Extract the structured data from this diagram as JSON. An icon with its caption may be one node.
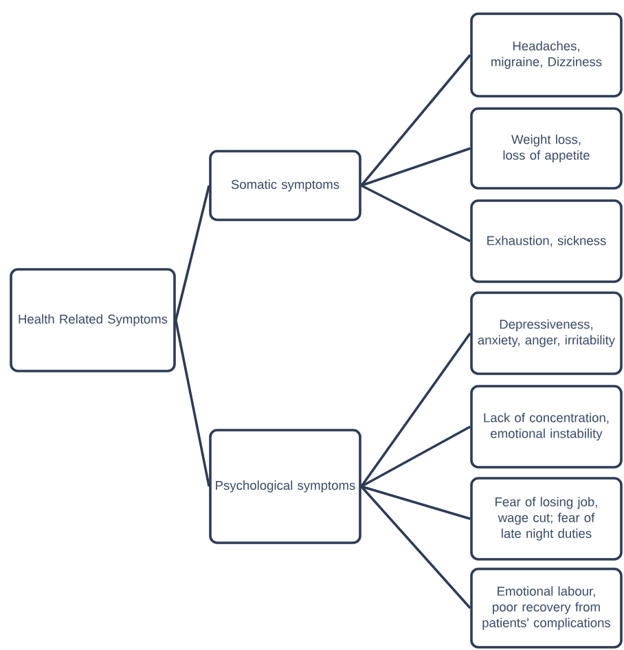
{
  "diagram": {
    "nodes": [
      {
        "text": [
          "Health Related Symptoms"
        ]
      },
      {
        "text": [
          "Somatic symptoms"
        ]
      },
      {
        "text": [
          "Psychological symptoms"
        ]
      },
      {
        "text": [
          "Headaches, migraine, Dizziness"
        ]
      },
      {
        "text": [
          "Weight loss, loss of appetite"
        ]
      },
      {
        "text": [
          "Exhaustion, sickness"
        ]
      },
      {
        "text": [
          "Depressiveness, anxiety, anger, irritability"
        ]
      },
      {
        "text": [
          "Lack of concentration, emotional instability"
        ]
      },
      {
        "text": [
          "Fear of losing job, wage cut; fear of late night duties"
        ]
      },
      {
        "text": [
          "Emotional labour, poor recovery from patients' complications"
        ]
      }
    ],
    "edges": [
      {
        "from": 0,
        "to": 1,
        "arrow": "none"
      },
      {
        "from": 0,
        "to": 2,
        "arrow": "none"
      },
      {
        "from": 1,
        "to": 3,
        "arrow": "none"
      },
      {
        "from": 1,
        "to": 4,
        "arrow": "none"
      },
      {
        "from": 1,
        "to": 5,
        "arrow": "none"
      },
      {
        "from": 2,
        "to": 6,
        "arrow": "none"
      },
      {
        "from": 2,
        "to": 7,
        "arrow": "none"
      },
      {
        "from": 2,
        "to": 8,
        "arrow": "none"
      },
      {
        "from": 2,
        "to": 9,
        "arrow": "none"
      }
    ]
  }
}
